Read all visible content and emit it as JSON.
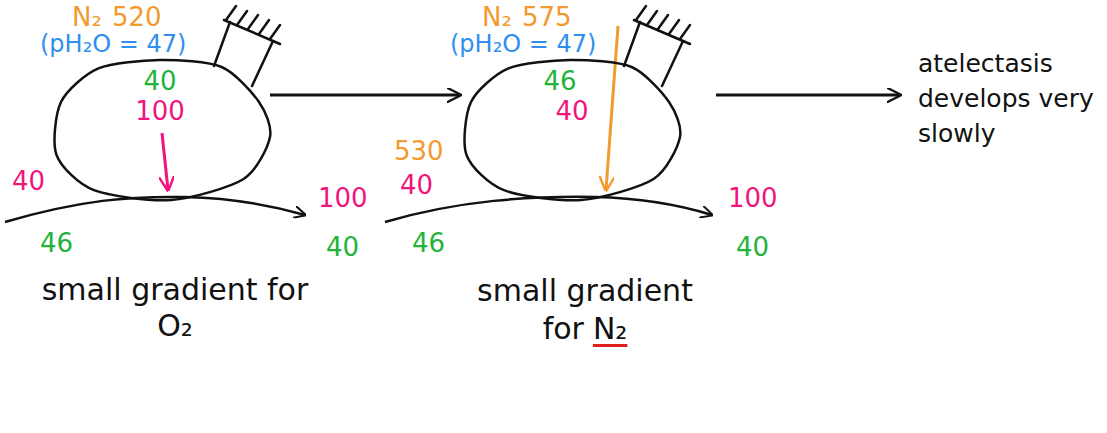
{
  "diagram": {
    "nodes": [
      {
        "text": [
          "40",
          "100"
        ]
      },
      {
        "text": [
          "46",
          "40"
        ]
      }
    ],
    "edges": [
      {
        "from": 0,
        "to": 1,
        "arrow": "to"
      }
    ],
    "labels": [
      "N₂",
      "520",
      "(pH₂O = 47)",
      "40",
      "46",
      "100",
      "40",
      "small gradient for O₂",
      "N₂",
      "575",
      "(pH₂O = 47)",
      "530",
      "40",
      "46",
      "100",
      "40",
      "small gradient for",
      "N₂",
      "atelectasis develops very slowly"
    ]
  }
}
